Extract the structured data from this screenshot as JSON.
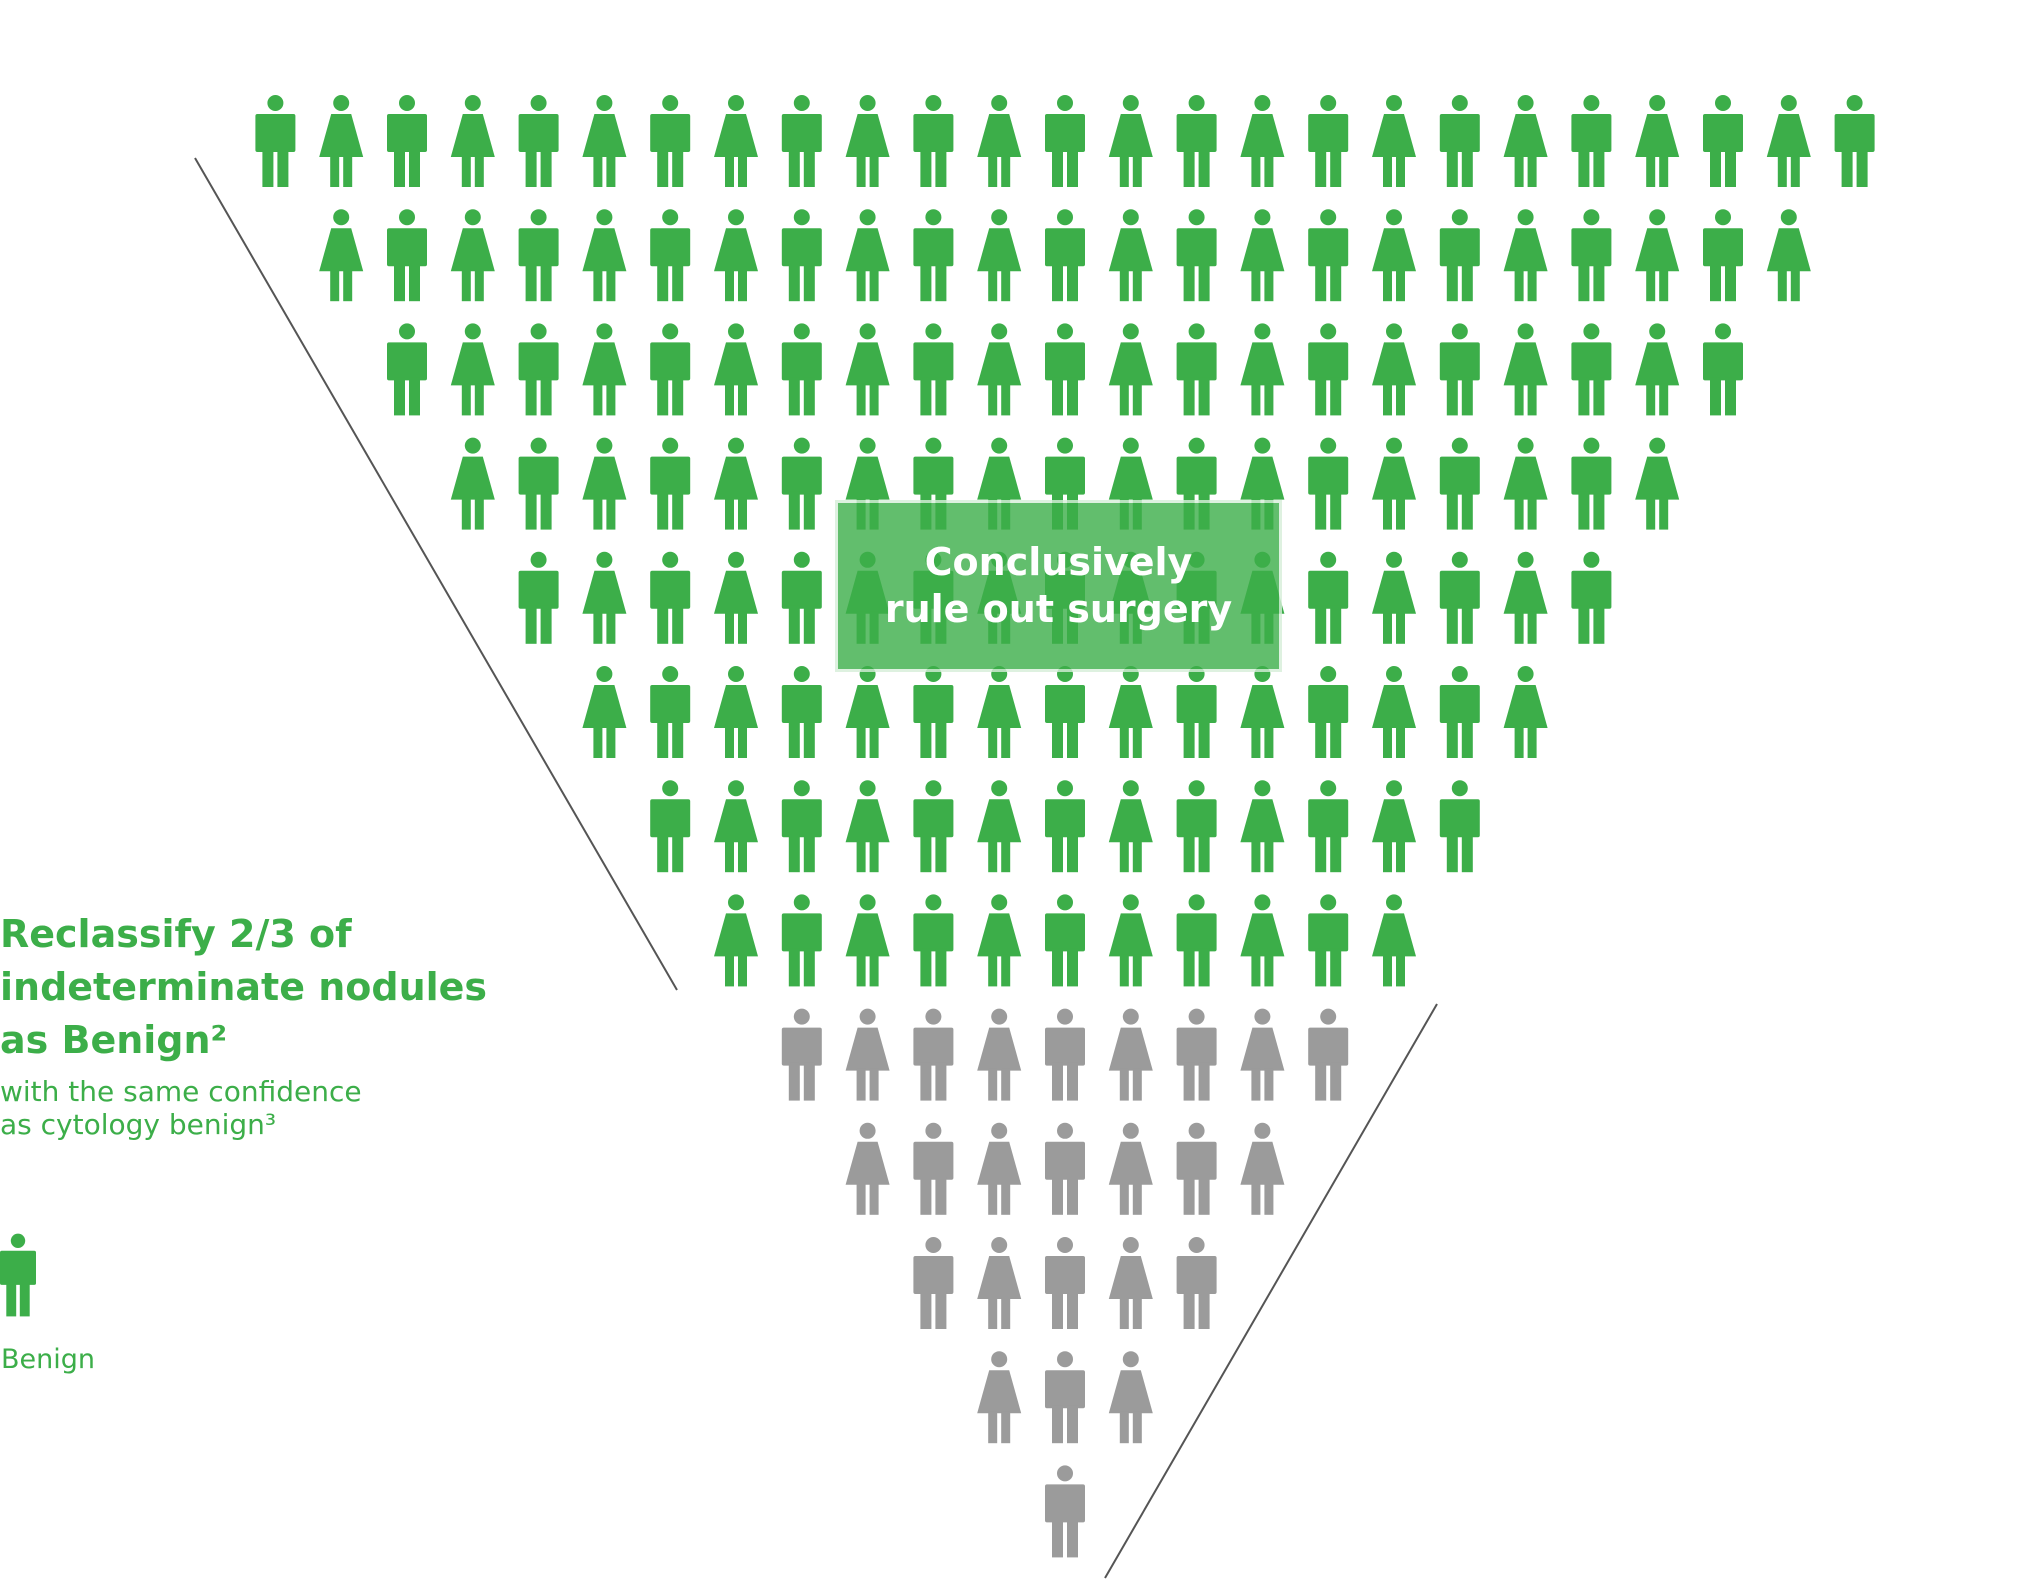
{
  "colors": {
    "benign": "#3cae49",
    "other": "#9b9b9b",
    "line": "#555555"
  },
  "pyramid": {
    "row_counts": [
      25,
      23,
      21,
      19,
      17,
      15,
      13,
      11,
      9,
      7,
      5,
      3,
      1
    ],
    "benign_rows": 8,
    "first_row_starts_with": "male"
  },
  "banner": {
    "line1": "Conclusively",
    "line2": "rule out surgery"
  },
  "callout": {
    "title_line1": "Reclassify 2/3 of",
    "title_line2": "indeterminate nodules",
    "title_line3": "as Benign²",
    "sub_line1": "with the same confidence",
    "sub_line2": "as cytology benign³"
  },
  "legend": {
    "label": "Benign",
    "icon": "male-person-icon"
  }
}
